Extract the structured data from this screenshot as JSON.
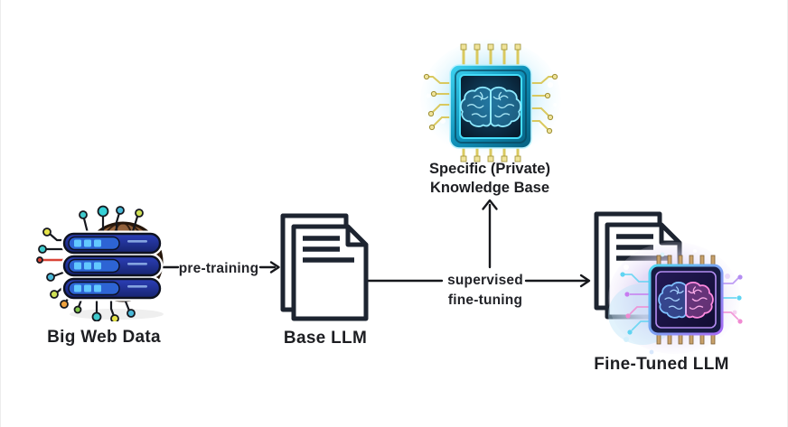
{
  "diagram": {
    "background": "#ffffff",
    "text_color": "#1d1e22",
    "arrow_color": "#17181c",
    "nodes": {
      "big_web_data": {
        "label": "Big Web Data",
        "icon": "servers-globe-illustration",
        "colors": {
          "globe_brown": "#8a5a35",
          "server_navy": "#22309f",
          "server_panel_blue": "#2d64d4",
          "led_blue": "#62c8ff",
          "wire_dot_colors": [
            "#35d0d6",
            "#e6e34a",
            "#d94436",
            "#86c94e",
            "#efa23d",
            "#49b8d8",
            "#cfe055"
          ]
        }
      },
      "base_llm": {
        "label": "Base LLM",
        "icon": "stacked-documents-illustration",
        "colors": {
          "outline": "#1d2430",
          "fill": "#ffffff"
        }
      },
      "specific_knowledge_base": {
        "label_line1": "Specific (Private)",
        "label_line2": "Knowledge Base",
        "icon": "brain-microchip-illustration",
        "colors": {
          "chip_teal": "#0f90b8",
          "screen_navy": "#071829",
          "brain_cyan": "#8feaff",
          "pin_gold": "#d9c95f",
          "glow_blue": "#c4ecfa"
        }
      },
      "fine_tuned_llm": {
        "label": "Fine-Tuned LLM",
        "icon": "documents-with-brain-microchip-illustration",
        "colors": {
          "chip_navy": "#171b42",
          "border_cyan": "#4fd8f0",
          "border_purple": "#a86af5",
          "brain_blue": "#7fc0ff",
          "brain_pink": "#ff8ae0",
          "pin_tan": "#c9a26b",
          "glow_lavender": "#d4d2f7"
        }
      }
    },
    "edges": {
      "pre_training": {
        "label": "pre-training",
        "from": "big_web_data",
        "to": "base_llm",
        "direction": "right"
      },
      "supervised_fine_tuning": {
        "label_line1": "supervised",
        "label_line2": "fine-tuning",
        "from": "base_llm",
        "to": "fine_tuned_llm",
        "direction": "right"
      },
      "knowledge_base_link": {
        "from": "supervised_fine_tuning",
        "to": "specific_knowledge_base",
        "direction": "up"
      }
    }
  }
}
